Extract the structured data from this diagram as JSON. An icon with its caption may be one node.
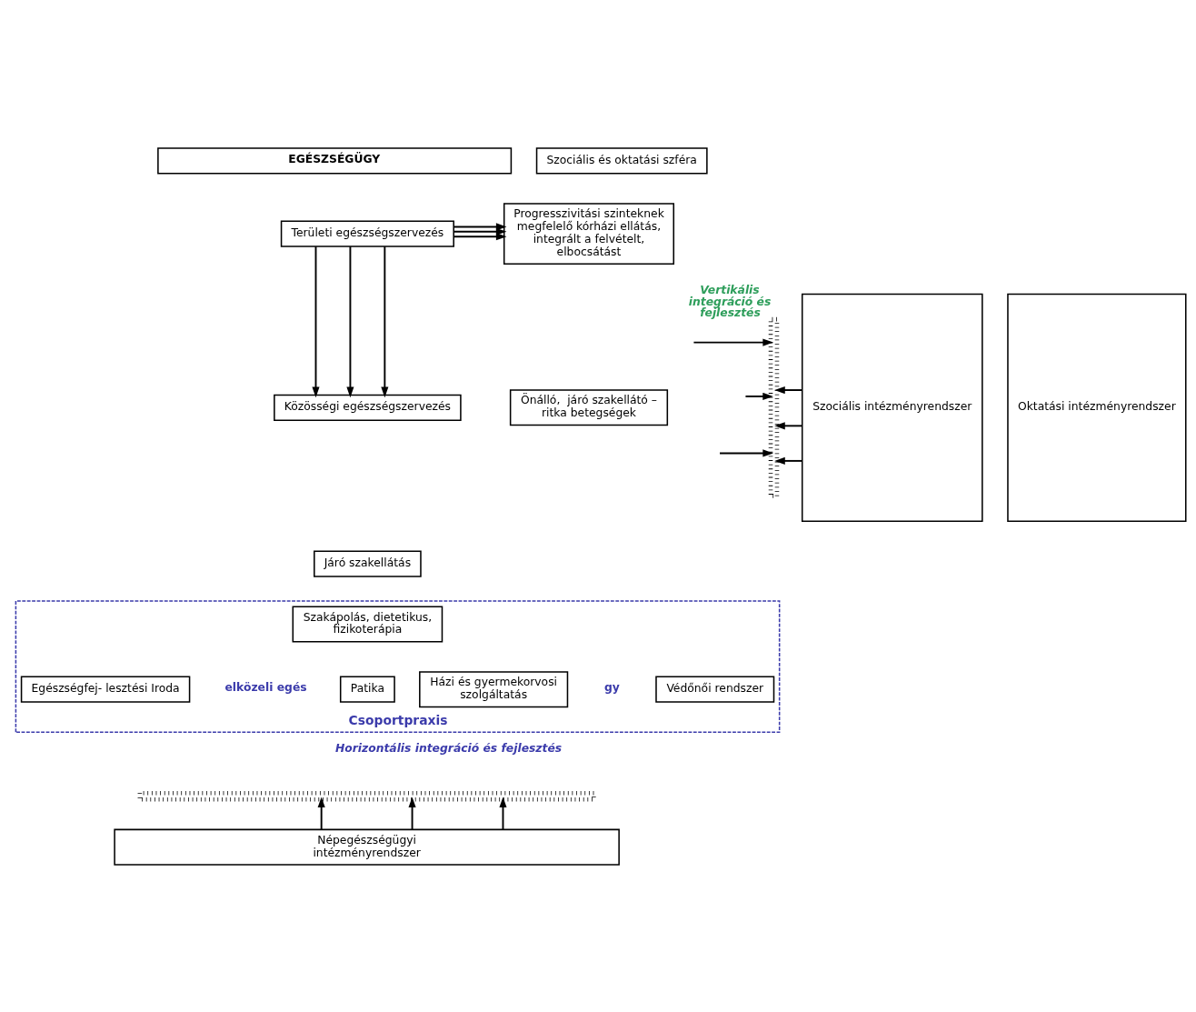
{
  "diagram": {
    "nodes": [
      {
        "text": [
          "EGÉSZSÉGÜGY"
        ]
      },
      {
        "text": [
          "Szociális és oktatási szféra"
        ]
      },
      {
        "text": [
          "Területi egészségszervezés"
        ]
      },
      {
        "text": [
          "Progresszivitási szinteknek megfelelő kórházi ellátás, integrált a felvételt, elbocsátást"
        ]
      },
      {
        "text": [
          "Közösségi egészségszervezés"
        ]
      },
      {
        "text": [
          "Önálló,  járó szakellátó – ritka betegségek"
        ]
      },
      {
        "text": [],
        "shape": "bar",
        "beside": [
          "Vertikális integráció és fejlesztés"
        ]
      },
      {
        "text": [
          "Szociális intézményrendszer"
        ]
      },
      {
        "text": [
          "Oktatási intézményrendszer"
        ]
      },
      {
        "text": [
          "Járó szakellátás"
        ]
      },
      {
        "text": [
          "Csoportpraxis"
        ]
      },
      {
        "text": [
          "Szakápolás, dietetikus, fizikoterápia"
        ],
        "in": 10
      },
      {
        "text": [
          "Egészségfej- lesztési Iroda"
        ],
        "in": 10
      },
      {
        "text": [
          "Patika"
        ],
        "in": 10
      },
      {
        "text": [
          "Házi és gyermekorvosi szolgáltatás"
        ],
        "in": 10
      },
      {
        "text": [
          "Védőnői rendszer"
        ],
        "in": 10
      },
      {
        "text": [],
        "shape": "bar",
        "beside": [
          "Horizontális integráció és fejlesztés"
        ]
      },
      {
        "text": [
          "Népegészségügyi intézményrendszer"
        ]
      }
    ],
    "edges": [
      {
        "from": 2,
        "to": 3,
        "arrow": "to"
      },
      {
        "from": 2,
        "to": 3,
        "arrow": "to"
      },
      {
        "from": 2,
        "to": 3,
        "arrow": "to"
      },
      {
        "from": 2,
        "to": 4,
        "arrow": "to"
      },
      {
        "from": 2,
        "to": 4,
        "arrow": "to"
      },
      {
        "from": 2,
        "to": 4,
        "arrow": "to"
      },
      {
        "from": 7,
        "to": 6,
        "arrow": "to"
      },
      {
        "from": 7,
        "to": 6,
        "arrow": "to"
      },
      {
        "from": 7,
        "to": 6,
        "arrow": "to"
      },
      {
        "from": null,
        "to": 6,
        "arrow": "to"
      },
      {
        "from": null,
        "to": 6,
        "arrow": "to"
      },
      {
        "from": null,
        "to": 6,
        "arrow": "to"
      },
      {
        "from": 17,
        "to": 16,
        "arrow": "to"
      },
      {
        "from": 17,
        "to": 16,
        "arrow": "to"
      },
      {
        "from": 17,
        "to": 16,
        "arrow": "to"
      }
    ],
    "labels": [
      "elközeli egés",
      "gy"
    ]
  }
}
